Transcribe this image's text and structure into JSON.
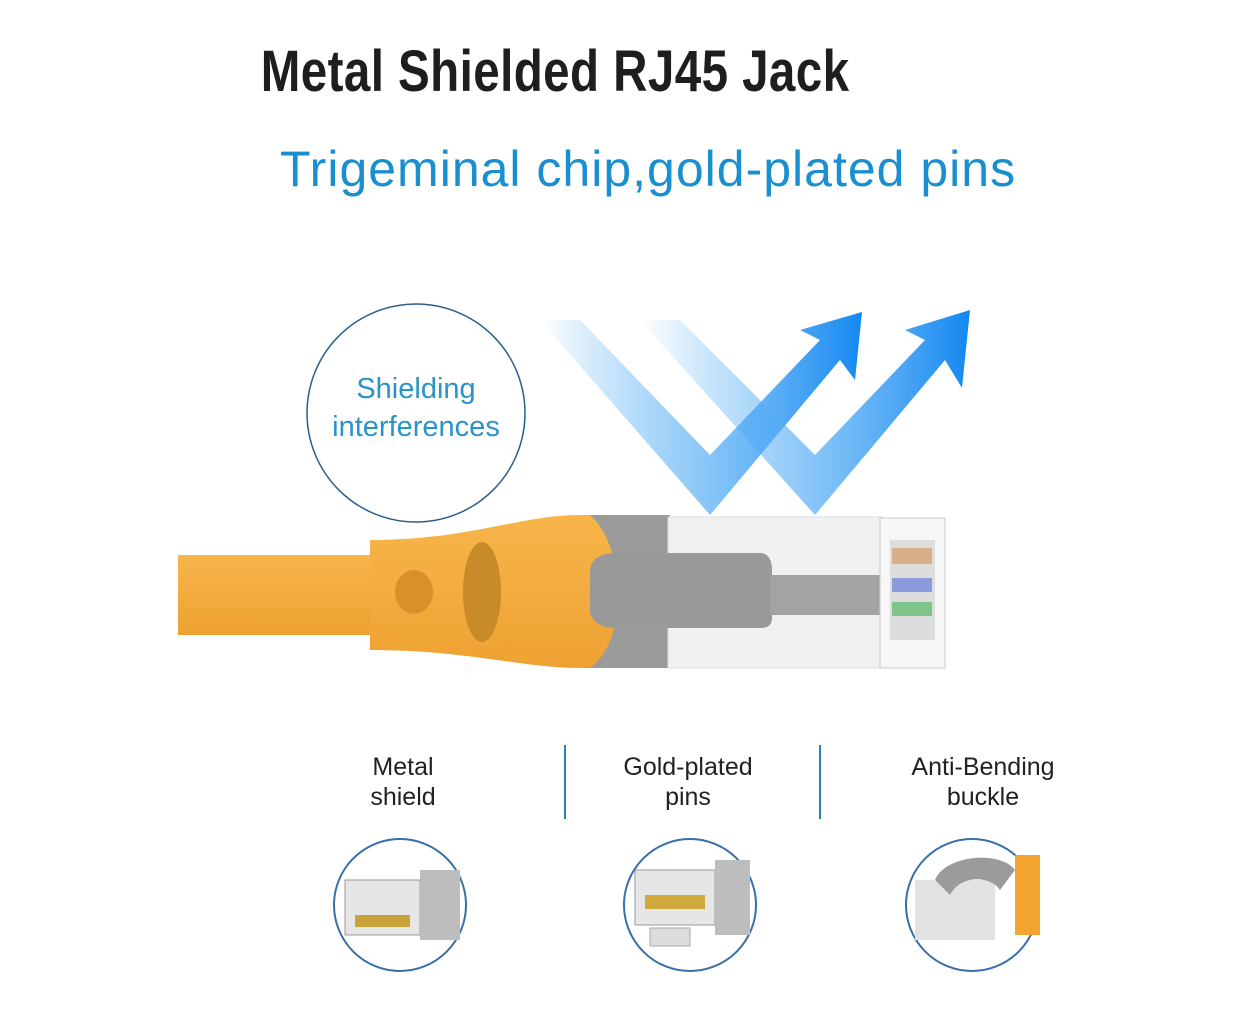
{
  "title": "Metal Shielded RJ45 Jack",
  "subtitle": "Trigeminal chip,gold-plated pins",
  "badge": {
    "line1": "Shielding",
    "line2": "interferences"
  },
  "features": [
    {
      "line1": "Metal",
      "line2": "shield"
    },
    {
      "line1": "Gold-plated",
      "line2": "pins"
    },
    {
      "line1": "Anti-Bending",
      "line2": "buckle"
    }
  ],
  "colors": {
    "accent": "#1a8fd0",
    "cable": "#f5ac3a",
    "boot_grey": "#9b9b9b"
  }
}
